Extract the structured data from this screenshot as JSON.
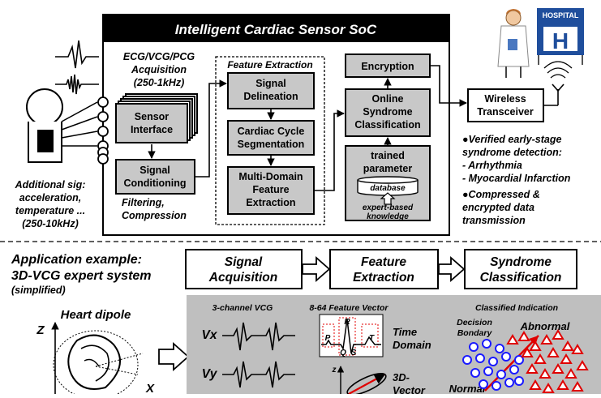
{
  "soc": {
    "title": "Intelligent Cardiac Sensor SoC",
    "acquisition_lines": [
      "ECG/VCG/PCG",
      "Acquisition",
      "(250-1kHz)"
    ],
    "sensor_interface": [
      "Sensor",
      "Interface"
    ],
    "signal_conditioning": [
      "Signal",
      "Conditioning"
    ],
    "filtering_lines": [
      "Filtering,",
      "Compression"
    ],
    "feature_extraction_title": "Feature Extraction",
    "signal_delineation": [
      "Signal",
      "Delineation"
    ],
    "cardiac_cycle": [
      "Cardiac Cycle",
      "Segmentation"
    ],
    "multi_domain": [
      "Multi-Domain",
      "Feature",
      "Extraction"
    ],
    "encryption": "Encryption",
    "online_syndrome": [
      "Online",
      "Syndrome",
      "Classification"
    ],
    "trained_parameter": [
      "trained",
      "parameter"
    ],
    "database": "database",
    "expert_knowledge": [
      "expert-based",
      "knowledge"
    ]
  },
  "wireless": [
    "Wireless",
    "Transceiver"
  ],
  "hospital_sign": "HOSPITAL",
  "hospital_letter": "H",
  "additional_sig": [
    "Additional sig:",
    "acceleration,",
    "temperature ...",
    "(250-10kHz)"
  ],
  "bullets": [
    [
      "●Verified early-stage",
      "syndrome detection:",
      "- Arrhythmia",
      "- Myocardial Infarction"
    ],
    [
      "●Compressed &",
      "encrypted data",
      "transmission"
    ]
  ],
  "application": {
    "title_lines": [
      "Application example:",
      "3D-VCG expert system"
    ],
    "subtitle": "(simplified)",
    "flow": [
      [
        "Signal",
        "Acquisition"
      ],
      [
        "Feature",
        "Extraction"
      ],
      [
        "Syndrome",
        "Classification"
      ]
    ]
  },
  "bottom": {
    "heart_dipole": "Heart dipole",
    "z_axis": "Z",
    "x_axis": "X",
    "vcg_title": "3-channel VCG",
    "vx": "Vx",
    "vy": "Vy",
    "feature_vector_title": "8-64 Feature Vector",
    "time_domain": [
      "Time",
      "Domain"
    ],
    "wave_labels": [
      "R",
      "P",
      "T",
      "Q",
      "S"
    ],
    "z_small": "z",
    "vector_3d": [
      "3D-",
      "Vector"
    ],
    "classified_title": "Classified Indication",
    "decision": [
      "Decision",
      "Bondary"
    ],
    "abnormal": "Abnormal",
    "normal": "Normal"
  },
  "colors": {
    "box_gray": "#c8c8c8",
    "panel_gray": "#bfbfbf",
    "normal_marker": "#1a1aff",
    "abnormal_marker": "#e00000",
    "hospital_blue": "#1f4e9c"
  }
}
